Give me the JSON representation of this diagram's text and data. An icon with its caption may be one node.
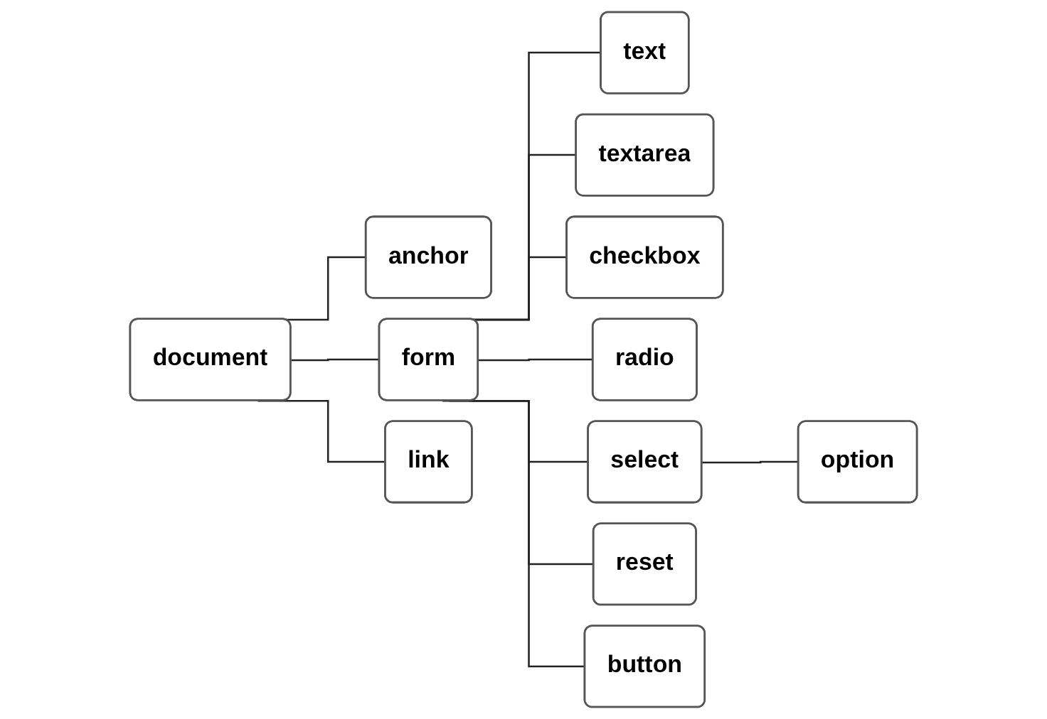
{
  "diagram": {
    "nodes": [
      {
        "text": [
          "document"
        ]
      },
      {
        "text": [
          "anchor"
        ]
      },
      {
        "text": [
          "form"
        ]
      },
      {
        "text": [
          "link"
        ]
      },
      {
        "text": [
          "text"
        ]
      },
      {
        "text": [
          "textarea"
        ]
      },
      {
        "text": [
          "checkbox"
        ]
      },
      {
        "text": [
          "radio"
        ]
      },
      {
        "text": [
          "select"
        ]
      },
      {
        "text": [
          "option"
        ]
      },
      {
        "text": [
          "reset"
        ]
      },
      {
        "text": [
          "button"
        ]
      }
    ],
    "edges": [
      {
        "from": 0,
        "to": 1,
        "arrow": "none"
      },
      {
        "from": 0,
        "to": 2,
        "arrow": "none"
      },
      {
        "from": 0,
        "to": 3,
        "arrow": "none"
      },
      {
        "from": 2,
        "to": 4,
        "arrow": "none"
      },
      {
        "from": 2,
        "to": 5,
        "arrow": "none"
      },
      {
        "from": 2,
        "to": 6,
        "arrow": "none"
      },
      {
        "from": 2,
        "to": 7,
        "arrow": "none"
      },
      {
        "from": 2,
        "to": 8,
        "arrow": "none"
      },
      {
        "from": 8,
        "to": 9,
        "arrow": "none"
      },
      {
        "from": 2,
        "to": 10,
        "arrow": "none"
      },
      {
        "from": 2,
        "to": 11,
        "arrow": "none"
      }
    ]
  }
}
